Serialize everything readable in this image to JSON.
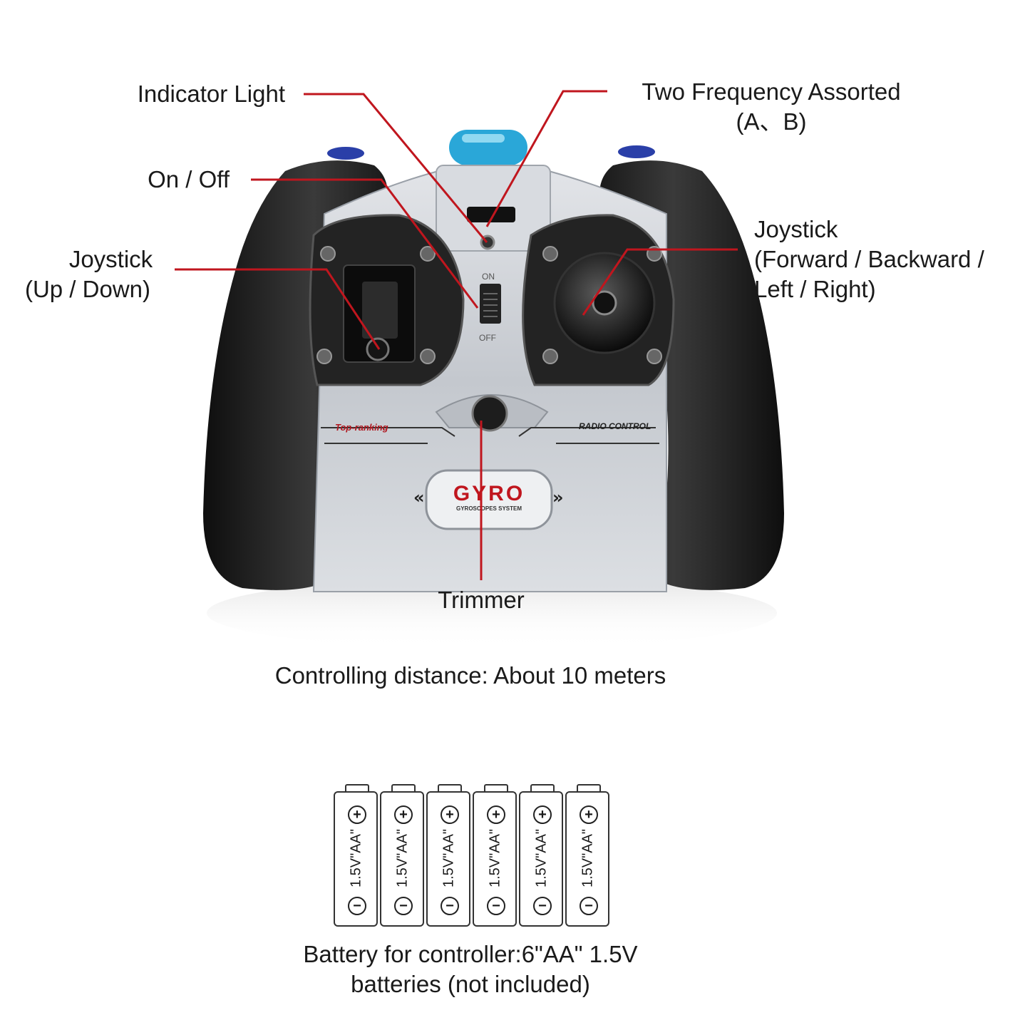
{
  "labels": {
    "indicator_light": "Indicator Light",
    "two_frequency_line1": "Two Frequency Assorted",
    "two_frequency_line2": "(A、B)",
    "on_off": "On / Off",
    "joystick_left_line1": "Joystick",
    "joystick_left_line2": "(Up / Down)",
    "joystick_right_line1": "Joystick",
    "joystick_right_line2": "(Forward / Backward /",
    "joystick_right_line3": "Left / Right)",
    "trimmer": "Trimmer"
  },
  "controller_text": {
    "switch_on": "ON",
    "switch_off": "OFF",
    "left_badge": "Top-ranking",
    "right_badge": "RADIO CONTROL",
    "logo": "GYRO",
    "logo_sub": "GYROSCOPES SYSTEM"
  },
  "distance_note": "Controlling distance: About 10 meters",
  "batteries": {
    "label": "1.5V\"AA\"",
    "plus": "+",
    "minus": "−",
    "items": [
      1,
      2,
      3,
      4,
      5,
      6
    ]
  },
  "battery_note_line1": "Battery for controller:6\"AA\" 1.5V",
  "battery_note_line2": "batteries (not included)",
  "colors": {
    "leader_line": "#c0161e",
    "grip": "#1c1c1c",
    "body": "#c8ccd2",
    "antenna": "#2aa7d8"
  }
}
